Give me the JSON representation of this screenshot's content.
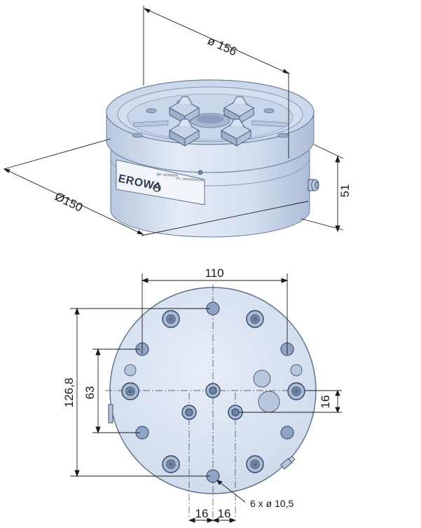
{
  "views": {
    "top_view": {
      "brand": "EROWA",
      "plate_text_1": "ER-XXXXXXX",
      "plate_text_2": "FL-XXXXXXXXXX",
      "dim_diameter_top": "ø 156",
      "dim_diameter_bottom": "Ø150",
      "dim_height": "51"
    },
    "bottom_view": {
      "dim_width": "110",
      "dim_height_outer": "126,8",
      "dim_height_inner": "63",
      "dim_offset_right": "16",
      "dim_bottom_left": "16",
      "dim_bottom_right": "16",
      "hole_callout": "6 x ø 10,5"
    }
  },
  "colors": {
    "body": "#dbe4f2",
    "body_shade": "#c3d0e5",
    "line": "#1b1b1b",
    "edge": "#5a6f8a",
    "hole": "#8fa3c4"
  }
}
